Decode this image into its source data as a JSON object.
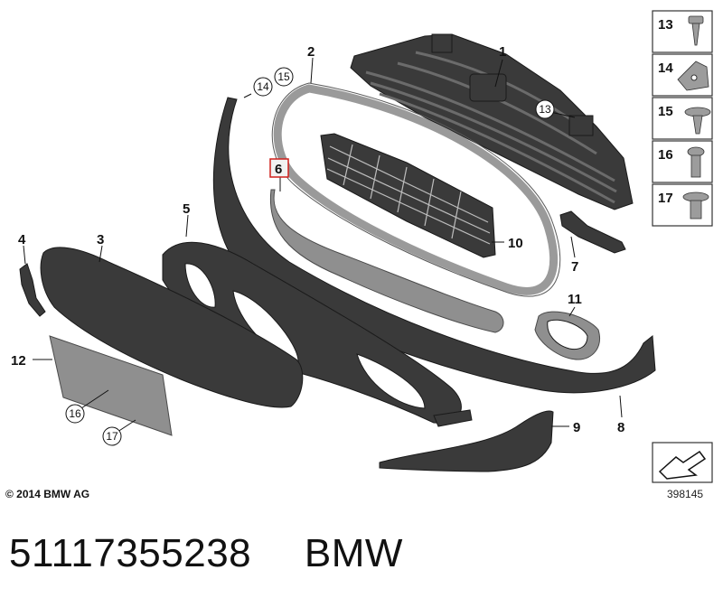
{
  "callouts": {
    "c1": "1",
    "c2": "2",
    "c3": "3",
    "c4": "4",
    "c5": "5",
    "c6": "6",
    "c7": "7",
    "c8": "8",
    "c9": "9",
    "c10": "10",
    "c11": "11",
    "c12": "12",
    "c13": "13",
    "c14": "14",
    "c15": "15",
    "c16": "16",
    "c17": "17"
  },
  "legend": [
    {
      "number": "13",
      "icon": "screw-icon"
    },
    {
      "number": "14",
      "icon": "clip-nut-icon"
    },
    {
      "number": "15",
      "icon": "expanding-rivet-icon"
    },
    {
      "number": "16",
      "icon": "bolt-icon"
    },
    {
      "number": "17",
      "icon": "collar-screw-icon"
    }
  ],
  "highlight_color": "#d0201c",
  "copyright": "© 2014 BMW AG",
  "diagram_ref": "398145",
  "part_number": "51117355238",
  "brand": "BMW"
}
